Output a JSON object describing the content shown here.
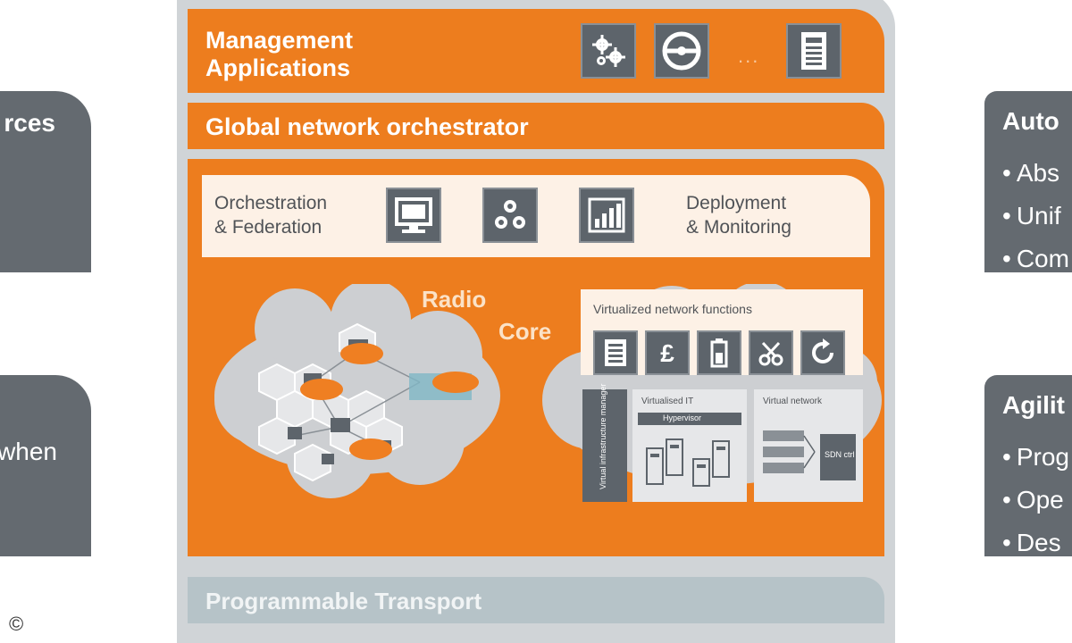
{
  "left_panels": {
    "top_title": "rces",
    "bottom_text": "when"
  },
  "right_panels": {
    "top": {
      "title": "Auto",
      "bullets": [
        "Abs",
        "Unif",
        "Com"
      ]
    },
    "bottom": {
      "title": "Agilit",
      "bullets": [
        "Prog",
        "Ope",
        "Des"
      ]
    }
  },
  "management": {
    "title_line1": "Management",
    "title_line2": "Applications",
    "icons": [
      "gears-icon",
      "steering-wheel-icon",
      "document-icon"
    ],
    "ellipsis": "..."
  },
  "global_orchestrator": {
    "title": "Global network orchestrator"
  },
  "federation": {
    "left_line1": "Orchestration",
    "left_line2": "& Federation",
    "right_line1": "Deployment",
    "right_line2": "& Monitoring",
    "icons": [
      "monitor-icon",
      "gears-icon",
      "bar-chart-icon"
    ]
  },
  "radio_label": "Radio",
  "core_label": "Core",
  "vnf": {
    "title": "Virtualized network functions",
    "icons": [
      "list-icon",
      "currency-icon",
      "battery-icon",
      "scissors-icon",
      "refresh-icon"
    ],
    "virtual_it": "Virtualised IT",
    "hypervisor": "Hypervisor",
    "virtual_network": "Virtual network",
    "sdn": "SDN ctrl",
    "infra_manager": "Virtual infrastructure manager"
  },
  "transport": {
    "title": "Programmable Transport"
  },
  "copyright": "©",
  "colors": {
    "orange": "#ed7d1e",
    "cream": "#fdf1e6",
    "dark_grey": "#646a70",
    "frame_grey": "#d0d4d7",
    "transport_blue_grey": "#b6c3c8"
  }
}
